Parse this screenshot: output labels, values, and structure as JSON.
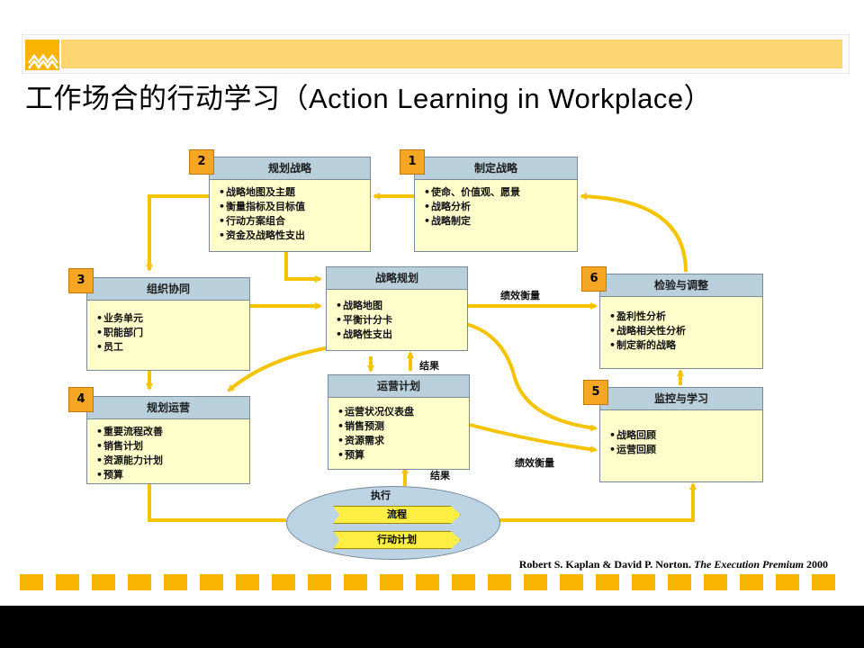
{
  "title": {
    "zh": "工作场合的行动学习（",
    "en": "Action Learning in Workplace",
    "close": "）"
  },
  "boxes": {
    "b1": {
      "num": "1",
      "head": "制定战略",
      "items": [
        "使命、价值观、愿景",
        "战略分析",
        "战略制定"
      ]
    },
    "b2": {
      "num": "2",
      "head": "规划战略",
      "items": [
        "战略地图及主题",
        "衡量指标及目标值",
        "行动方案组合",
        "资金及战略性支出"
      ]
    },
    "b3": {
      "num": "3",
      "head": "组织协同",
      "items": [
        "业务单元",
        "职能部门",
        "员工"
      ]
    },
    "b4": {
      "num": "4",
      "head": "规划运营",
      "items": [
        "重要流程改善",
        "销售计划",
        "资源能力计划",
        "预算"
      ]
    },
    "b5": {
      "num": "5",
      "head": "监控与学习",
      "items": [
        "战略回顾",
        "运营回顾"
      ]
    },
    "b6": {
      "num": "6",
      "head": "检验与调整",
      "items": [
        "盈利性分析",
        "战略相关性分析",
        "制定新的战略"
      ]
    },
    "plan": {
      "head": "战略规划",
      "items": [
        "战略地图",
        "平衡计分卡",
        "战略性支出"
      ]
    },
    "ops": {
      "head": "运营计划",
      "items": [
        "运营状况仪表盘",
        "销售预测",
        "资源需求",
        "预算"
      ]
    }
  },
  "labels": {
    "perf_top": "绩效衡量",
    "perf_bottom": "绩效衡量",
    "result_top": "结果",
    "result_bottom": "结果",
    "execute": "执行",
    "process": "流程",
    "action_plan": "行动计划"
  },
  "citation": {
    "authors": "Robert S. Kaplan & David P. Norton.",
    "work": "The Execution Premium",
    "year": "2000"
  },
  "colors": {
    "accent": "#f7b400",
    "arrow": "#f5c400",
    "box_fill": "#ffffcc",
    "box_head": "#b9cfdb",
    "num_fill": "#f5a623"
  }
}
